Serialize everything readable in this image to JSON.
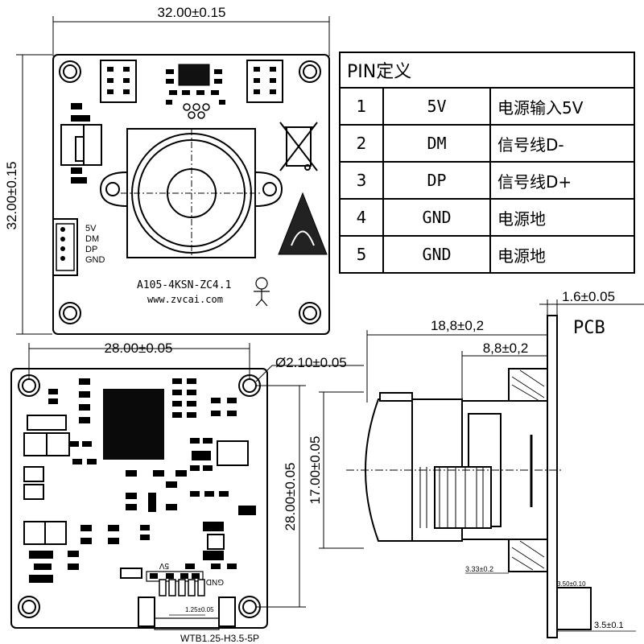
{
  "top_board": {
    "width_dim": "32.00±0.15",
    "height_dim": "32.00±0.15",
    "connector_labels": [
      "5V",
      "DM",
      "DP",
      "GND"
    ],
    "model": "A105-4KSN-ZC4.1",
    "website": "www.zvcai.com"
  },
  "pin_table": {
    "title": "PIN定义",
    "rows": [
      {
        "num": "1",
        "signal": "5V",
        "desc": "电源输入5V"
      },
      {
        "num": "2",
        "signal": "DM",
        "desc": "信号线D-"
      },
      {
        "num": "3",
        "signal": "DP",
        "desc": "信号线D+"
      },
      {
        "num": "4",
        "signal": "GND",
        "desc": "电源地"
      },
      {
        "num": "5",
        "signal": "GND",
        "desc": "电源地"
      }
    ]
  },
  "bottom_board": {
    "hole_spacing_h": "28.00±0.05",
    "hole_dia": "Ø2.10±0.05",
    "hole_spacing_v": "28.00±0.05",
    "pitch": "1.25±0.05",
    "connector_name": "WTB1.25-H3.5-5P",
    "silk_5v": "5V",
    "silk_gnd": "GND"
  },
  "lens_side": {
    "pcb_thickness": "1.6±0.05",
    "pcb_label": "PCB",
    "total_length": "18,8±0,2",
    "mount_length": "8,8±0,2",
    "lens_dia": "17.00±0.05",
    "dim_333": "3.33±0.2",
    "dim_350": "3.50±0.10",
    "dim_35": "3.5±0.1"
  }
}
